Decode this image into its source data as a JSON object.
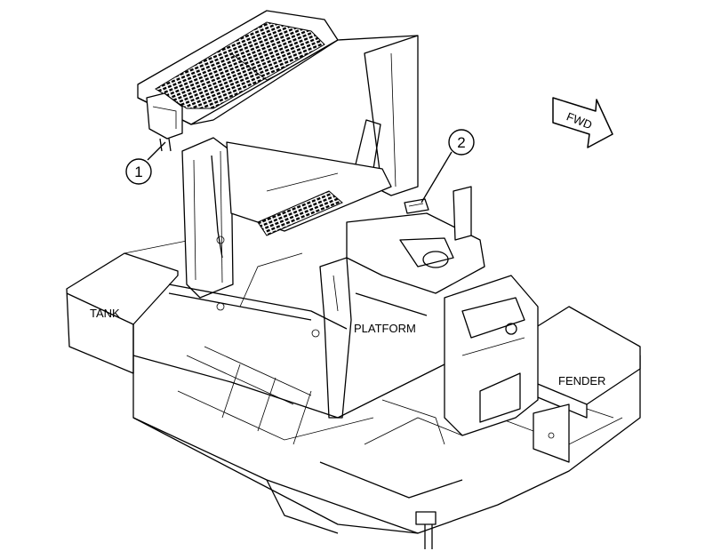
{
  "labels": {
    "tank": "TANK",
    "platform": "PLATFORM",
    "fender": "FENDER",
    "fwd": "FWD"
  },
  "callouts": [
    {
      "number": "1",
      "target": "module-box"
    },
    {
      "number": "2",
      "target": "connector-plate"
    }
  ]
}
